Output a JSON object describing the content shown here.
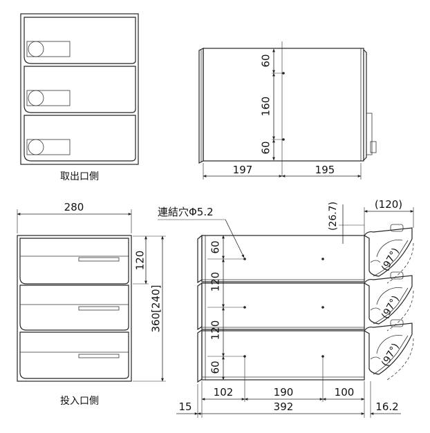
{
  "views": {
    "outlet_label": "取出口側",
    "inlet_label": "投入口側"
  },
  "side_view": {
    "dim_197": "197",
    "dim_195": "195",
    "dim_60_top": "60",
    "dim_160": "160",
    "dim_60_bottom": "60"
  },
  "inlet_view": {
    "dim_280": "280",
    "dim_120": "120",
    "dim_360": "360[240]"
  },
  "lower_view": {
    "hole_label": "連結穴Φ5.2",
    "dim_26_7": "(26.7)",
    "dim_120_top": "(120)",
    "angle_1": "(97°)",
    "angle_2": "(97°)",
    "angle_3": "(97°)",
    "dim_60_a": "60",
    "dim_120_a": "120",
    "dim_120_b": "120",
    "dim_60_b": "60",
    "dim_102": "102",
    "dim_190": "190",
    "dim_100": "100",
    "dim_15": "15",
    "dim_392": "392",
    "dim_16_2": "16.2"
  }
}
